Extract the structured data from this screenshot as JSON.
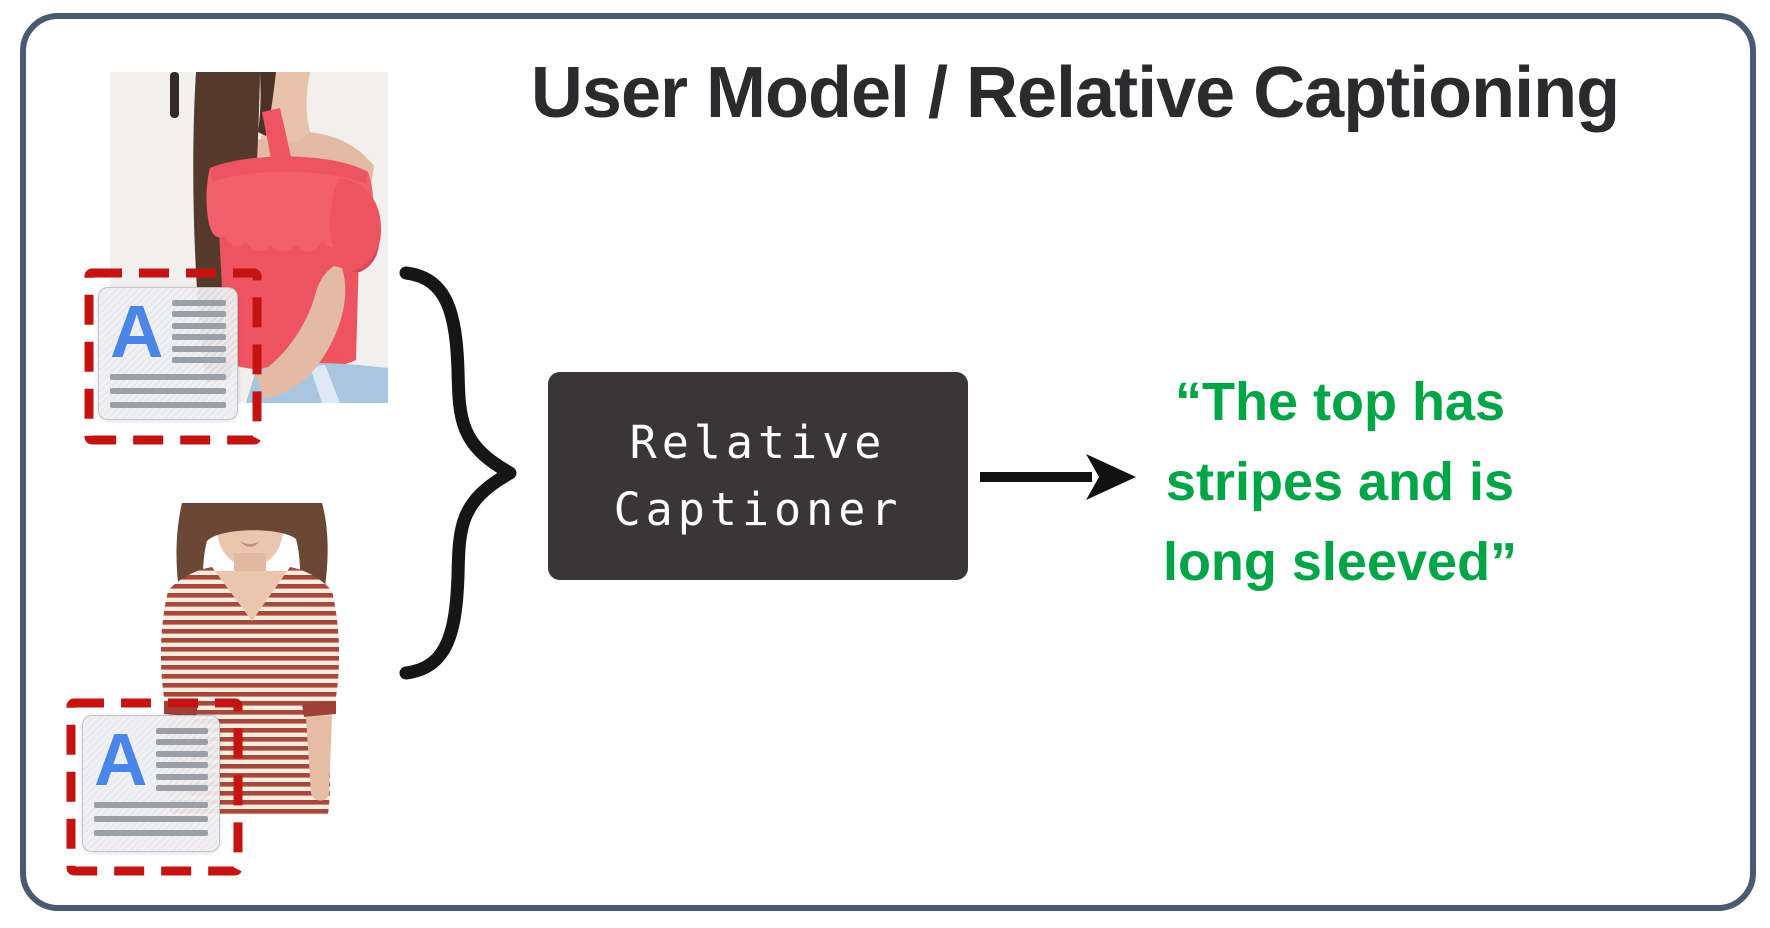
{
  "figure": {
    "title": "User Model / Relative Captioning",
    "border_color": "#4a5a72",
    "background": "#ffffff"
  },
  "captioner_box": {
    "line1": "Relative",
    "line2": "Captioner",
    "background": "#3a3637",
    "text_color": "#ffffff"
  },
  "output_caption": {
    "line1": "“The top has",
    "line2": "stripes and is",
    "line3": "long sleeved”",
    "color": "#00a548"
  },
  "annotation": {
    "dash_color": "#c41310"
  },
  "icons": {
    "document": {
      "letter": "A",
      "letter_color": "#4a86e8",
      "bar_color": "#9aa0a6",
      "background": "#e8eaed"
    }
  },
  "images": {
    "top_photo": "woman wearing coral off-shoulder ruffle top",
    "bottom_photo": "woman wearing red and white striped v-neck top"
  }
}
